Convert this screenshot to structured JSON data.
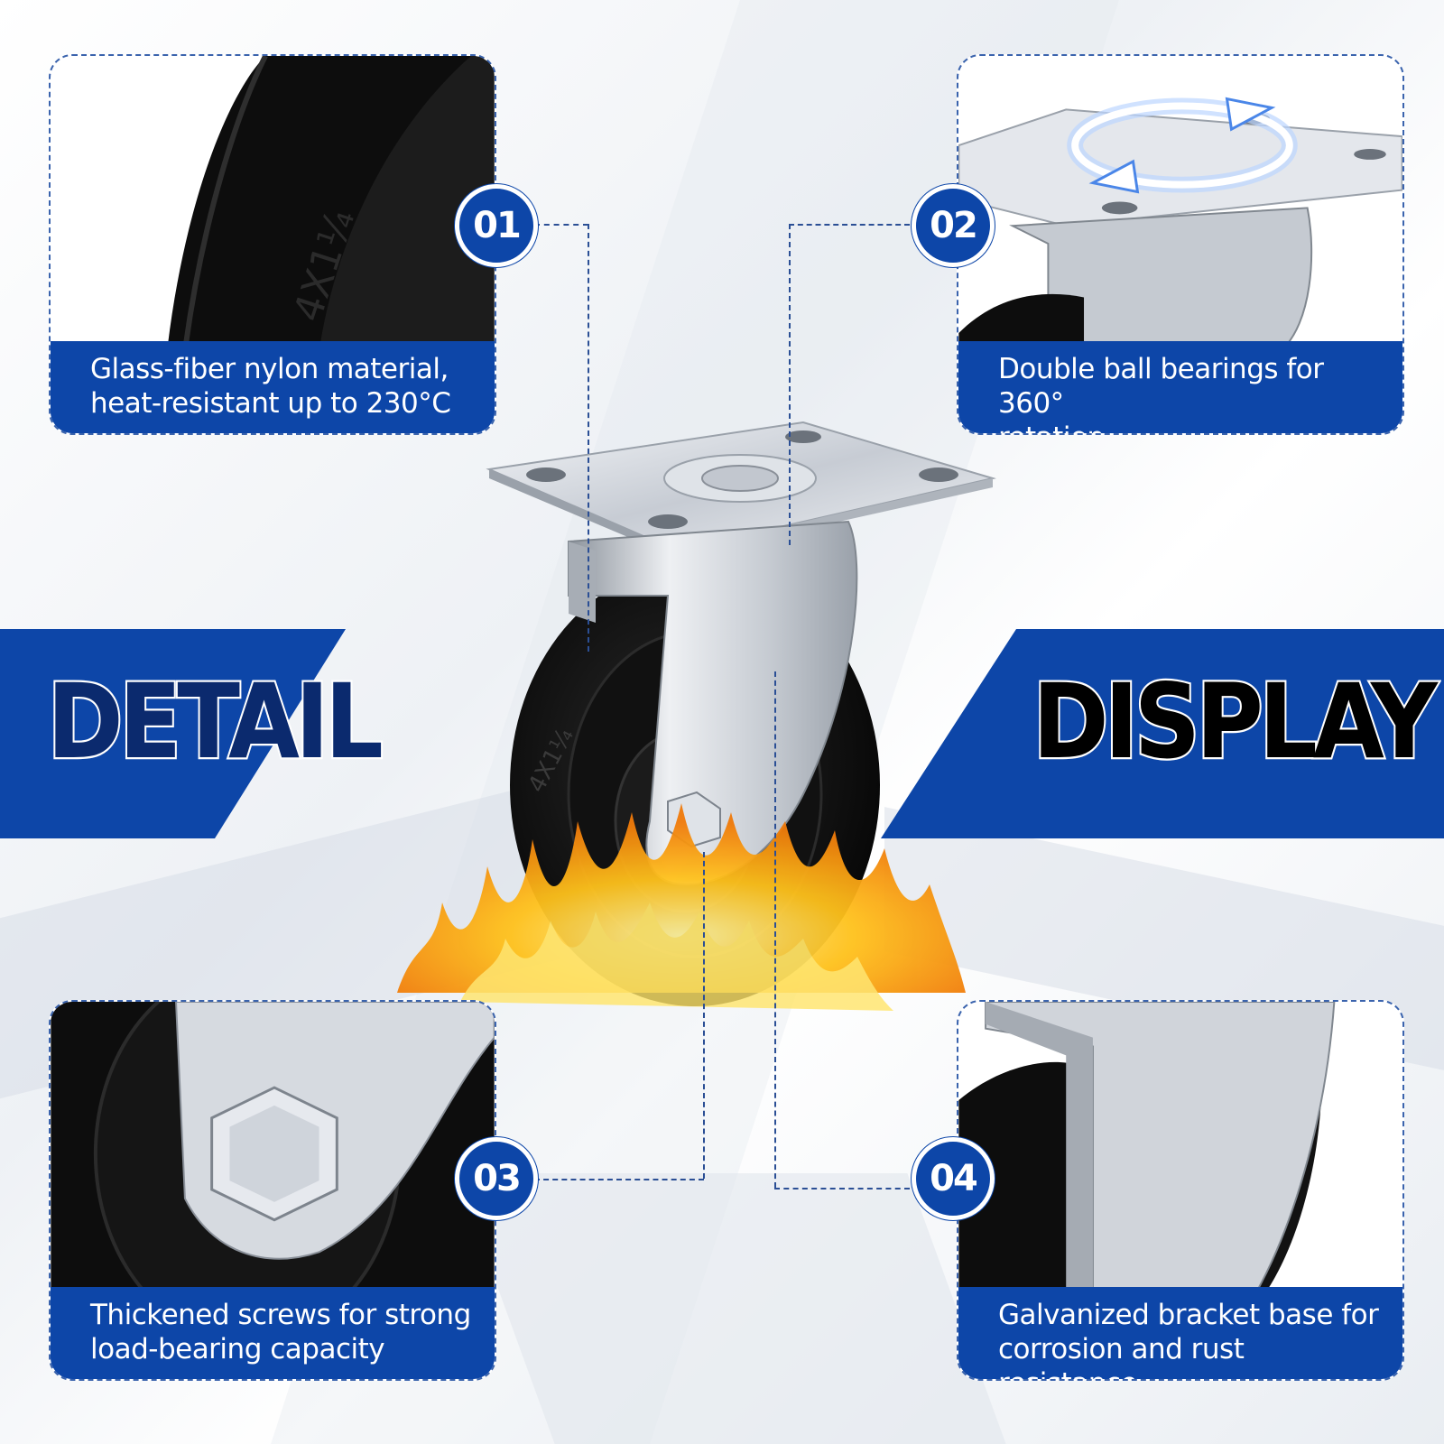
{
  "colors": {
    "brand_blue": "#0d46a8",
    "dark_navy": "#0b2a6e",
    "white": "#ffffff",
    "black": "#000000",
    "flame_orange": "#f59a12",
    "flame_yellow": "#ffd42a",
    "steel": "#c9ced6"
  },
  "wheel_marking": "4X1¼",
  "banners": {
    "left": "DETAIL",
    "right": "DISPLAY"
  },
  "features": [
    {
      "number": "01",
      "caption_line1": "Glass-fiber nylon material,",
      "caption_line2": "heat-resistant up to 230°C",
      "icon": "wheel-closeup-image"
    },
    {
      "number": "02",
      "caption_line1": "Double ball bearings for 360°",
      "caption_line2": "rotation",
      "icon": "rotation-arrows-icon"
    },
    {
      "number": "03",
      "caption_line1": "Thickened screws for strong",
      "caption_line2": "load-bearing capacity",
      "icon": "hex-bolt-image"
    },
    {
      "number": "04",
      "caption_line1": "Galvanized bracket base for",
      "caption_line2": "corrosion and rust resistance",
      "icon": "bracket-closeup-image"
    }
  ]
}
